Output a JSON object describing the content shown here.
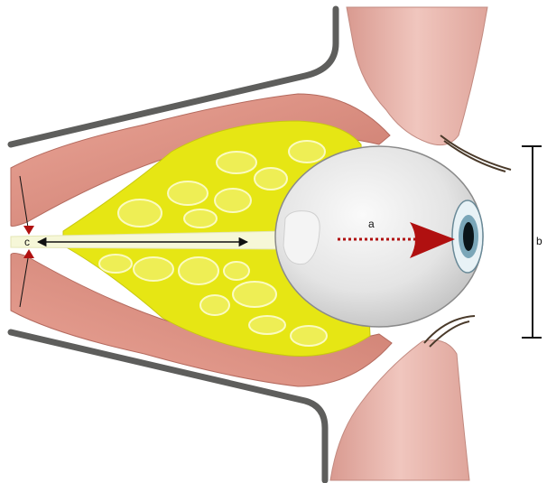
{
  "labels": {
    "a": "a",
    "b": "b",
    "c": "c"
  },
  "colors": {
    "orbit_wall": "#5e5e5c",
    "muscle": "#e49a8c",
    "muscle_dark": "#c46e62",
    "fat": "#e6e614",
    "fat_bubble": "#f2f27a",
    "globe": "#e8e8e8",
    "globe_edge": "#8a8a8a",
    "eyelid": "#e8b2a8",
    "optic_nerve": "#f6f7d8",
    "arrow_red": "#b01010",
    "line_black": "#111111"
  },
  "icons": [
    "eye-globe",
    "optic-nerve",
    "orbital-fat",
    "extraocular-muscles",
    "eyelids",
    "orbit-walls"
  ]
}
